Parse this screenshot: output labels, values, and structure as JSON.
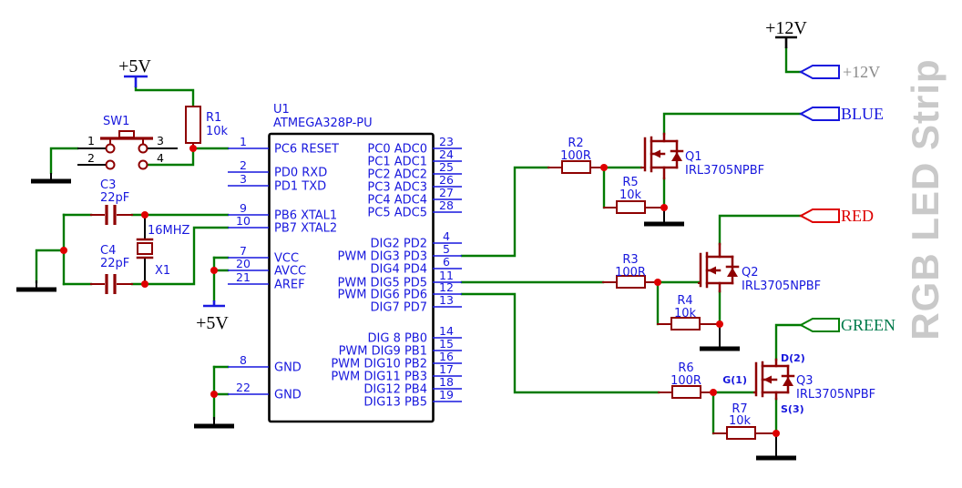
{
  "watermark": "RGB LED Strip",
  "power": {
    "v5_top": "+5V",
    "v5_vcc": "+5V",
    "v12_flag": "+12V"
  },
  "connectors": {
    "v12": "+12V",
    "blue": "BLUE",
    "red": "RED",
    "green": "GREEN"
  },
  "ic": {
    "ref": "U1",
    "part": "ATMEGA328P-PU",
    "left_pins": [
      {
        "num": "1",
        "name": "PC6 RESET"
      },
      {
        "num": "2",
        "name": "PD0 RXD"
      },
      {
        "num": "3",
        "name": "PD1 TXD"
      },
      {
        "num": "9",
        "name": "PB6 XTAL1"
      },
      {
        "num": "10",
        "name": "PB7 XTAL2"
      },
      {
        "num": "7",
        "name": "VCC"
      },
      {
        "num": "20",
        "name": "AVCC"
      },
      {
        "num": "21",
        "name": "AREF"
      },
      {
        "num": "8",
        "name": "GND"
      },
      {
        "num": "22",
        "name": "GND"
      }
    ],
    "right_pins": [
      {
        "num": "23",
        "name": "PC0 ADC0"
      },
      {
        "num": "24",
        "name": "PC1 ADC1"
      },
      {
        "num": "25",
        "name": "PC2 ADC2"
      },
      {
        "num": "26",
        "name": "PC3 ADC3"
      },
      {
        "num": "27",
        "name": "PC4 ADC4"
      },
      {
        "num": "28",
        "name": "PC5 ADC5"
      },
      {
        "num": "4",
        "name": "DIG2 PD2"
      },
      {
        "num": "5",
        "name": "PWM DIG3 PD3"
      },
      {
        "num": "6",
        "name": "DIG4 PD4"
      },
      {
        "num": "11",
        "name": "PWM DIG5 PD5"
      },
      {
        "num": "12",
        "name": "PWM DIG6 PD6"
      },
      {
        "num": "13",
        "name": "DIG7 PD7"
      },
      {
        "num": "14",
        "name": "DIG 8 PB0"
      },
      {
        "num": "15",
        "name": "PWM DIG9 PB1"
      },
      {
        "num": "16",
        "name": "PWM DIG10 PB2"
      },
      {
        "num": "17",
        "name": "PWM DIG11 PB3"
      },
      {
        "num": "18",
        "name": "DIG12 PB4"
      },
      {
        "num": "19",
        "name": "DIG13 PB5"
      }
    ]
  },
  "switch": {
    "ref": "SW1",
    "pins": [
      "1",
      "2",
      "3",
      "4"
    ]
  },
  "resistors": {
    "r1": {
      "ref": "R1",
      "value": "10k"
    },
    "r2": {
      "ref": "R2",
      "value": "100R"
    },
    "r3": {
      "ref": "R3",
      "value": "100R"
    },
    "r4": {
      "ref": "R4",
      "value": "10k"
    },
    "r5": {
      "ref": "R5",
      "value": "10k"
    },
    "r6": {
      "ref": "R6",
      "value": "100R"
    },
    "r7": {
      "ref": "R7",
      "value": "10k"
    }
  },
  "capacitors": {
    "c3": {
      "ref": "C3",
      "value": "22pF"
    },
    "c4": {
      "ref": "C4",
      "value": "22pF"
    }
  },
  "crystal": {
    "ref": "X1",
    "freq": "16MHZ"
  },
  "transistors": {
    "q1": {
      "ref": "Q1",
      "part": "IRL3705NPBF"
    },
    "q2": {
      "ref": "Q2",
      "part": "IRL3705NPBF"
    },
    "q3": {
      "ref": "Q3",
      "part": "IRL3705NPBF",
      "pin_labels": {
        "gate": "G(1)",
        "drain": "D(2)",
        "source": "S(3)"
      }
    }
  },
  "colors": {
    "wire": "#007a00",
    "component": "#8e0000",
    "label_blue": "#1717dd",
    "junction": "#df0000",
    "net_red": "#dd0000",
    "net_green": "#008000",
    "net_green_text": "#007a4b",
    "gray_text": "#8a8a8a",
    "watermark": "#c9c9c9"
  }
}
